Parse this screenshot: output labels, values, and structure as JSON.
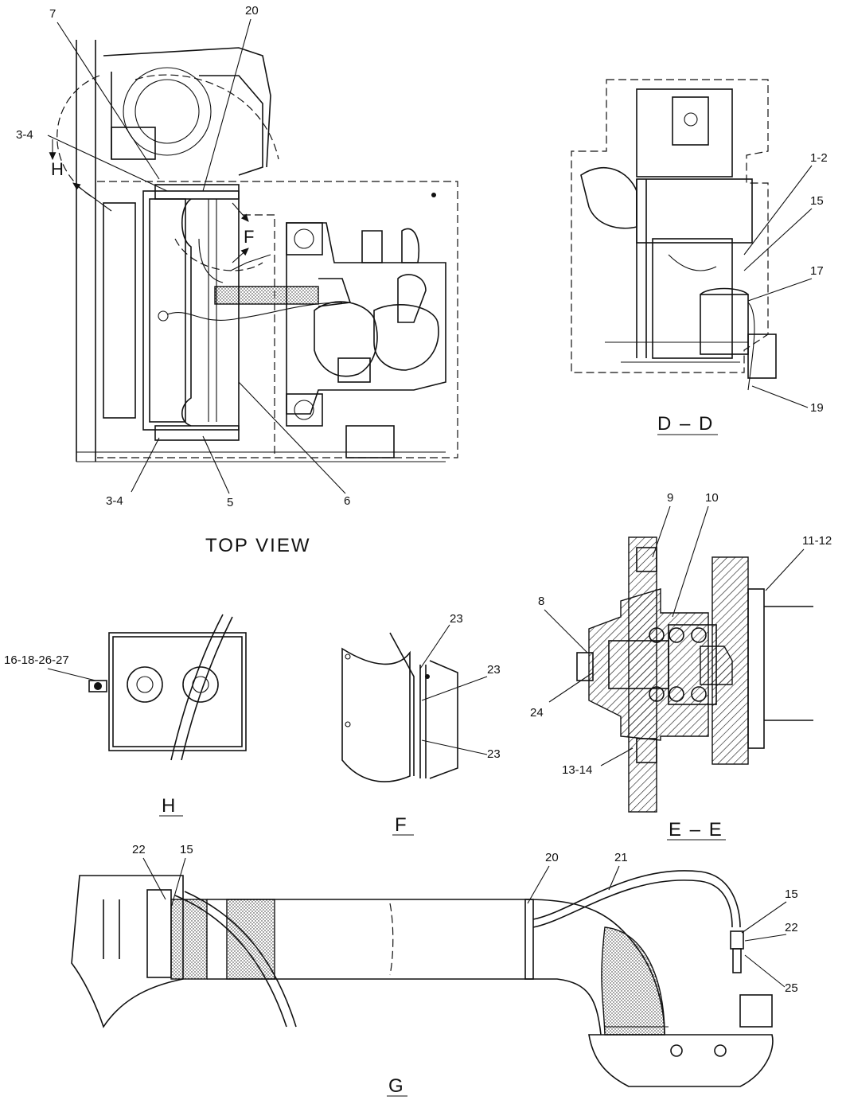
{
  "views": {
    "top_view": {
      "title": "TOP VIEW",
      "callouts": [
        "7",
        "20",
        "3-4",
        "H",
        "F",
        "3-4",
        "5",
        "6"
      ]
    },
    "d_d": {
      "title": "D – D",
      "callouts": [
        "1-2",
        "15",
        "17",
        "19"
      ]
    },
    "h": {
      "title": "H",
      "callouts": [
        "16-18-26-27"
      ]
    },
    "f": {
      "title": "F",
      "callouts": [
        "23",
        "23",
        "23"
      ]
    },
    "e_e": {
      "title": "E – E",
      "callouts": [
        "9",
        "10",
        "11-12",
        "8",
        "24",
        "13-14"
      ]
    },
    "g": {
      "title": "G",
      "callouts": [
        "22",
        "15",
        "20",
        "21",
        "15",
        "22",
        "25"
      ]
    }
  }
}
